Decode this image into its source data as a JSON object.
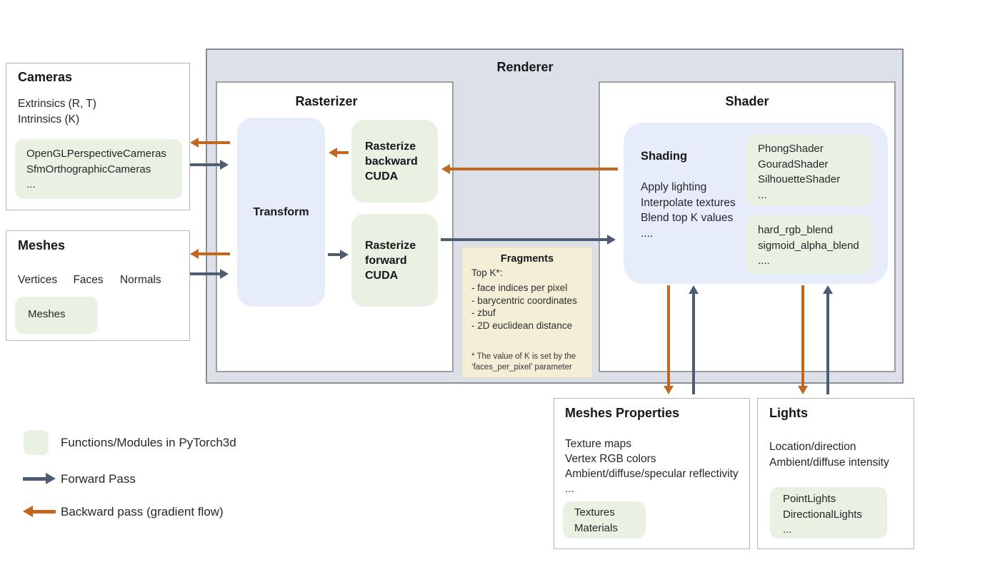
{
  "colors": {
    "module_green": "#e9f1e2",
    "panel_blue": "#e6ecf9",
    "fragments_tan": "#f5eed7",
    "renderer_fill": "#dce0e9",
    "forward_arrow_slate": "#4d5e73",
    "backward_arrow_orange": "#c36620"
  },
  "renderer": {
    "title": "Renderer"
  },
  "rasterizer": {
    "title": "Rasterizer",
    "transform_label": "Transform",
    "backward_cuda_label": "Rasterize backward CUDA",
    "forward_cuda_label": "Rasterize forward CUDA"
  },
  "fragments": {
    "title": "Fragments",
    "heading": "Top K*:",
    "items": [
      "- face indices per pixel",
      "- barycentric coordinates",
      "- zbuf",
      "- 2D euclidean distance"
    ],
    "footnote": "* The value of K is set by the ‘faces_per_pixel’ parameter"
  },
  "shader": {
    "title": "Shader",
    "shading_title": "Shading",
    "operations": [
      "Apply lighting",
      "Interpolate textures",
      "Blend top K values",
      "...."
    ],
    "shader_modules": [
      "PhongShader",
      "GouradShader",
      "SilhouetteShader",
      "..."
    ],
    "blend_modules": [
      "hard_rgb_blend",
      "sigmoid_alpha_blend",
      "...."
    ]
  },
  "cameras": {
    "title": "Cameras",
    "properties": [
      "Extrinsics (R, T)",
      "Intrinsics (K)"
    ],
    "modules": [
      "OpenGLPerspectiveCameras",
      "SfmOrthographicCameras",
      "..."
    ]
  },
  "meshes": {
    "title": "Meshes",
    "properties": [
      "Vertices",
      "Faces",
      "Normals"
    ],
    "modules": [
      "Meshes"
    ]
  },
  "meshes_properties": {
    "title": "Meshes Properties",
    "properties": [
      "Texture maps",
      "Vertex RGB colors",
      "Ambient/diffuse/specular reflectivity",
      "..."
    ],
    "modules": [
      "Textures",
      "Materials"
    ]
  },
  "lights": {
    "title": "Lights",
    "properties": [
      "Location/direction",
      "Ambient/diffuse intensity"
    ],
    "modules": [
      "PointLights",
      "DirectionalLights",
      "..."
    ]
  },
  "legend": {
    "modules_label": "Functions/Modules in PyTorch3d",
    "forward_label": "Forward Pass",
    "backward_label": "Backward pass (gradient flow)"
  }
}
